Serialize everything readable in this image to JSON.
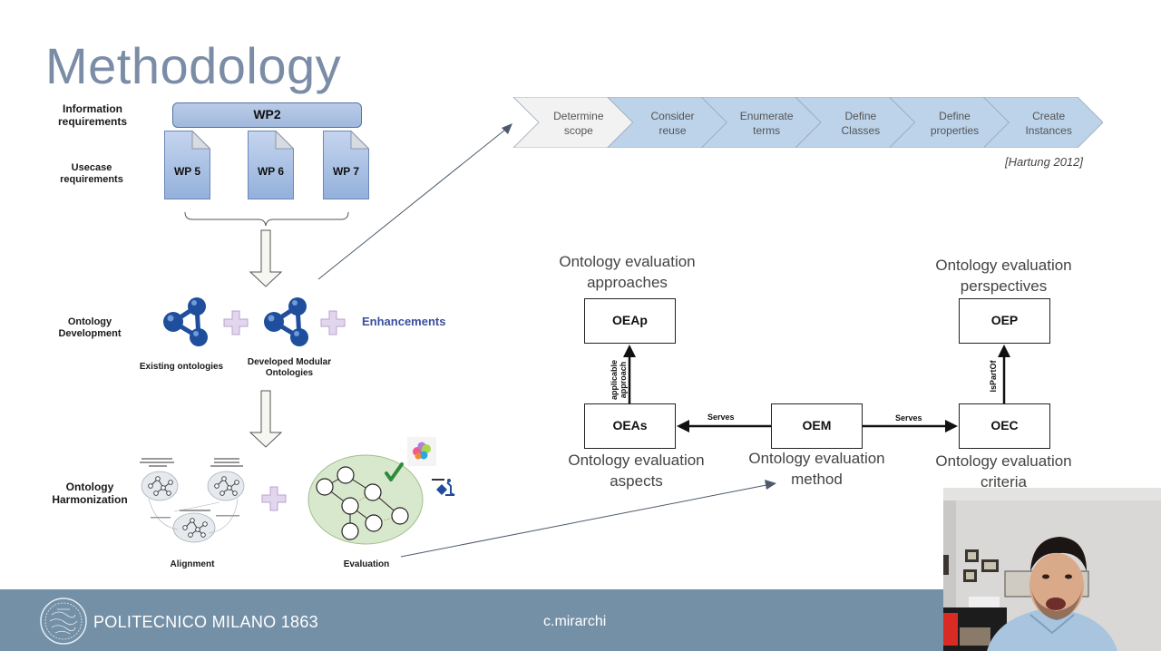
{
  "slide": {
    "title": "Methodology"
  },
  "requirements": {
    "info_label": "Information requirements",
    "usecase_label": "Usecase requirements",
    "wp_main": "WP2",
    "wp_docs": [
      "WP 5",
      "WP 6",
      "WP 7"
    ]
  },
  "development": {
    "row_label": "Ontology Development",
    "existing_label": "Existing ontologies",
    "modular_label": "Developed Modular Ontologies",
    "enhancements_label": "Enhancements"
  },
  "harmonization": {
    "row_label": "Ontology Harmonization",
    "alignment_label": "Alignment",
    "evaluation_label": "Evaluation"
  },
  "process_steps": [
    {
      "line1": "Determine",
      "line2": "scope",
      "active": true
    },
    {
      "line1": "Consider",
      "line2": "reuse",
      "active": false
    },
    {
      "line1": "Enumerate",
      "line2": "terms",
      "active": false
    },
    {
      "line1": "Define",
      "line2": "Classes",
      "active": false
    },
    {
      "line1": "Define",
      "line2": "properties",
      "active": false
    },
    {
      "line1": "Create",
      "line2": "Instances",
      "active": false
    }
  ],
  "citation": "[Hartung 2012]",
  "evaluation_model": {
    "nodes": {
      "oeap": {
        "label": "OEAp",
        "caption1": "Ontology evaluation",
        "caption2": "approaches"
      },
      "oep": {
        "label": "OEP",
        "caption1": "Ontology evaluation",
        "caption2": "perspectives"
      },
      "oeas": {
        "label": "OEAs",
        "caption1": "Ontology evaluation",
        "caption2": "aspects"
      },
      "oem": {
        "label": "OEM",
        "caption1": "Ontology evaluation",
        "caption2": "method"
      },
      "oec": {
        "label": "OEC",
        "caption1": "Ontology evaluation",
        "caption2": "criteria"
      }
    },
    "edges": {
      "oem_oeas": "Serves",
      "oem_oec": "Serves",
      "oeas_oeap_1": "applicable",
      "oeas_oeap_2": "approach",
      "oec_oep": "IsPartOf"
    }
  },
  "footer": {
    "brand": "POLITECNICO MILANO 1863",
    "author": "c.mirarchi"
  },
  "colors": {
    "title": "#7b8ca7",
    "footer_bg": "#7490a7",
    "chevron_fill": "#bcd3ea",
    "chevron_active": "#f2f2f2",
    "enhancements": "#3a4fa0",
    "ontology_icon": "#1f4e9c",
    "plus": "#d6c6e6",
    "eval_fill": "#d8e8cc",
    "check": "#2e8b3e"
  }
}
